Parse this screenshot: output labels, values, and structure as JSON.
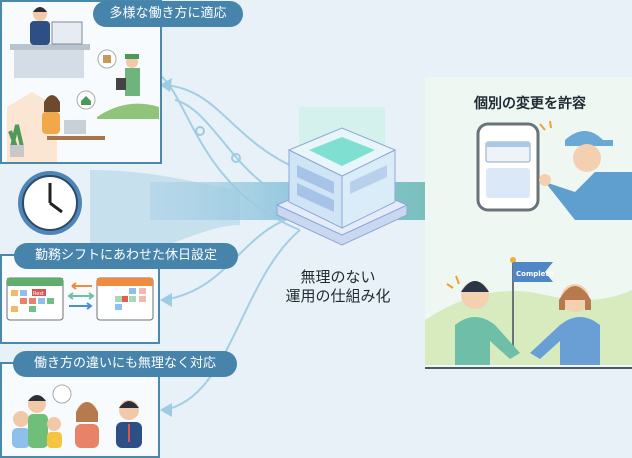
{
  "panels": [
    {
      "label": "多様な働き方に適応"
    },
    {
      "label": "勤務シフトにあわせた休日設定",
      "calendar_tag": "Rest"
    },
    {
      "label": "働き方の違いにも無理なく対応"
    }
  ],
  "center": {
    "line1": "無理のない",
    "line2": "運用の仕組み化"
  },
  "result": {
    "title": "個別の変更を許容",
    "flag_text": "Complete"
  },
  "colors": {
    "accent": "#4784ab",
    "flow": "#7fb8d6",
    "arrow": "#6cbfae",
    "background": "#e7f1f7"
  }
}
